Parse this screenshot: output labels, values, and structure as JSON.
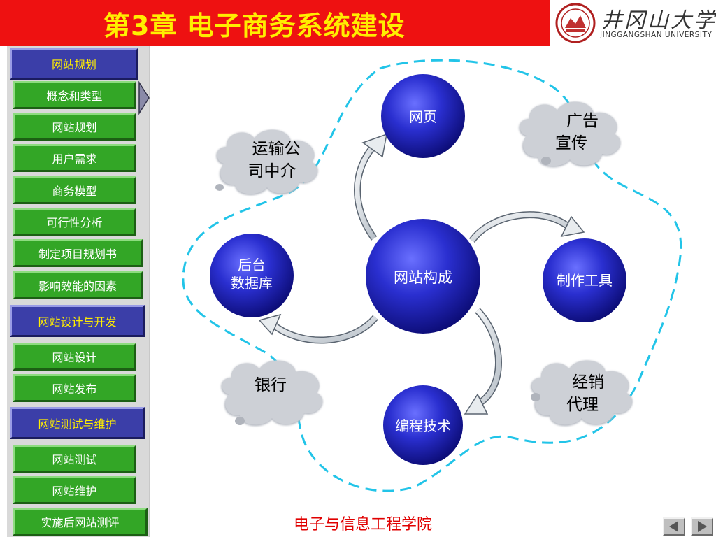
{
  "header": {
    "title": "第3章 电子商务系统建设",
    "university_cn": "井冈山大学",
    "university_en": "JINGGANGSHAN UNIVERSITY"
  },
  "sidebar": {
    "items": [
      {
        "label": "网站规划",
        "style": "bluey"
      },
      {
        "label": "概念和类型",
        "style": "green"
      },
      {
        "label": "网站规划",
        "style": "green"
      },
      {
        "label": "用户需求",
        "style": "green"
      },
      {
        "label": "商务模型",
        "style": "green"
      },
      {
        "label": "可行性分析",
        "style": "green"
      },
      {
        "label": "制定项目规划书",
        "style": "green"
      },
      {
        "label": "影响效能的因素",
        "style": "green"
      },
      {
        "label": "网站设计与开发",
        "style": "bluey"
      },
      {
        "label": "网站设计",
        "style": "green"
      },
      {
        "label": "网站发布",
        "style": "green"
      },
      {
        "label": "网站测试与维护",
        "style": "bluey"
      },
      {
        "label": "网站测试",
        "style": "green"
      },
      {
        "label": "网站维护",
        "style": "green"
      },
      {
        "label": "实施后网站测评",
        "style": "green"
      }
    ]
  },
  "diagram": {
    "center": "网站构成",
    "nodes": {
      "top": "网页",
      "right": "制作工具",
      "bottom": "编程技术",
      "left_line1": "后台",
      "left_line2": "数据库"
    },
    "clouds": {
      "top_left_line1": "运输公",
      "top_left_line2": "司中介",
      "top_right_line1": "广告",
      "top_right_line2": "宣传",
      "bottom_left": "银行",
      "bottom_right_line1": "经销",
      "bottom_right_line2": "代理"
    }
  },
  "footer": {
    "text": "电子与信息工程学院"
  },
  "nav": {
    "prev_icon": "triangle-left-icon",
    "next_icon": "triangle-right-icon"
  },
  "colors": {
    "header_bg": "#ee1111",
    "title_color": "#ffee00",
    "sidebar_green": "#33a626",
    "sidebar_blue": "#3b3ea8",
    "node_blue": "#1a1aa0",
    "dash_cyan": "#22c4e8",
    "footer_red": "#e00000"
  }
}
